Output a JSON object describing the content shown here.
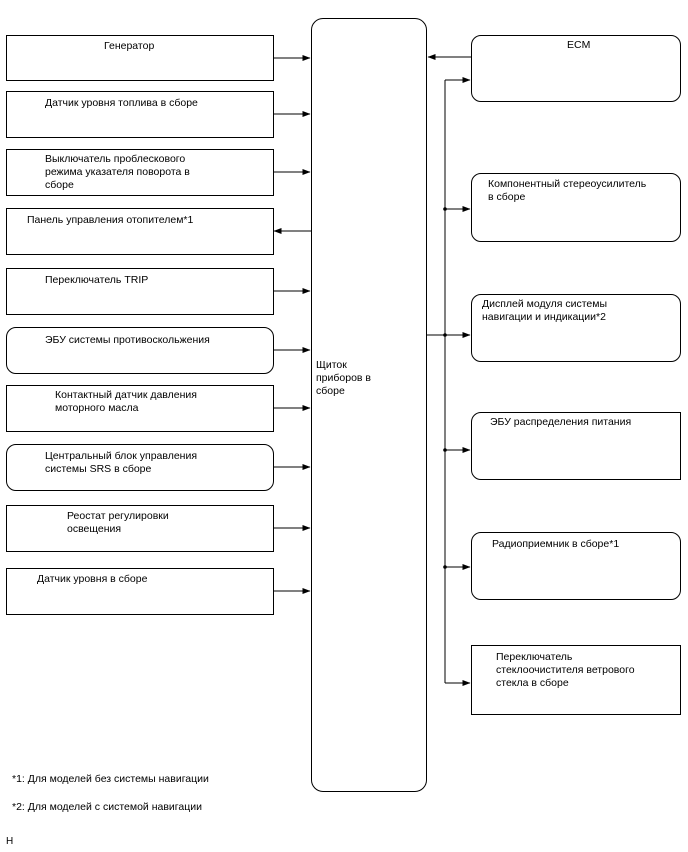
{
  "center": {
    "label": "Щиток\nприборов в\nсборе"
  },
  "left_components": [
    {
      "label": "Генератор"
    },
    {
      "label": "Датчик уровня топлива в сборе"
    },
    {
      "label": "Выключатель проблескового\nрежима указателя поворота в\nсборе"
    },
    {
      "label": "Панель управления отопителем*1"
    },
    {
      "label": "Переключатель TRIP"
    },
    {
      "label": "ЭБУ системы противоскольжения"
    },
    {
      "label": "Контактный датчик давления\nмоторного масла"
    },
    {
      "label": "Центральный блок управления\nсистемы SRS в сборе"
    },
    {
      "label": "Реостат регулировки\nосвещения"
    },
    {
      "label": "Датчик уровня в сборе"
    }
  ],
  "right_components": [
    {
      "label": "ECM"
    },
    {
      "label": "Компонентный стереоусилитель\nв сборе"
    },
    {
      "label": "Дисплей модуля системы\nнавигации и индикации*2"
    },
    {
      "label": "ЭБУ распределения питания"
    },
    {
      "label": "Радиоприемник в сборе*1"
    },
    {
      "label": "Переключатель\nстеклоочистителя ветрового\nстекла в сборе"
    }
  ],
  "notes": [
    "*1: Для моделей без системы навигации",
    "*2: Для моделей с системой навигации"
  ],
  "corner_mark": "H"
}
